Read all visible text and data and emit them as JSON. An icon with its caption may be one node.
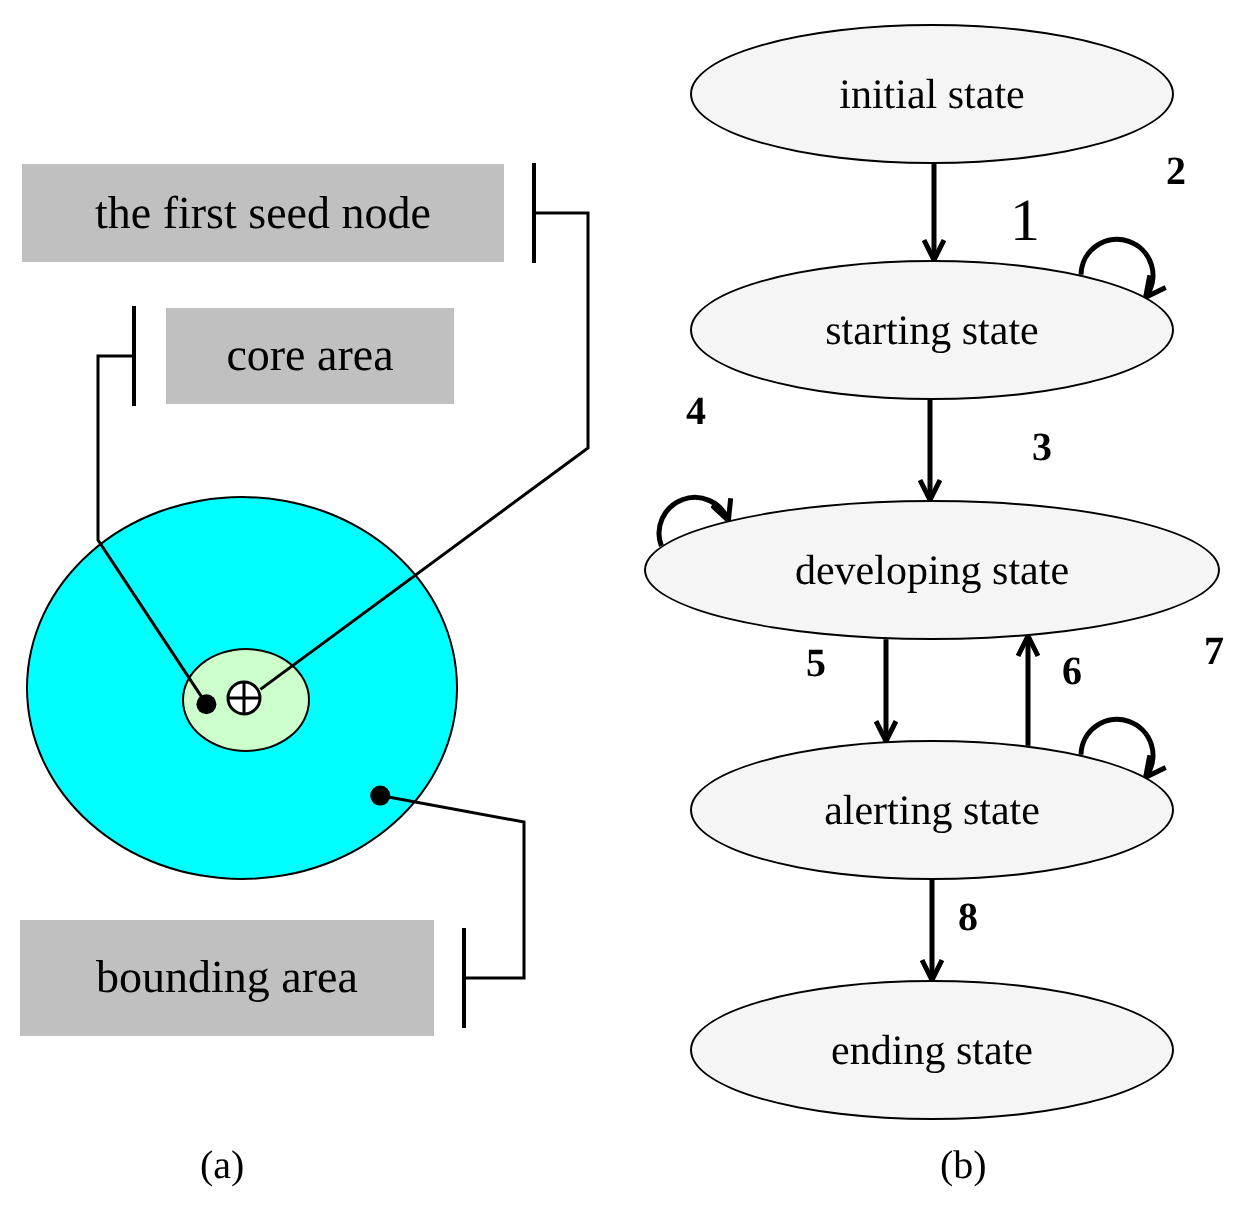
{
  "diagram": {
    "nodes": [
      {
        "text": [
          "the first seed node"
        ]
      },
      {
        "text": [
          "core area"
        ]
      },
      {
        "text": [
          "bounding area"
        ]
      },
      {
        "text": [],
        "shape": "ellipse"
      },
      {
        "text": [],
        "shape": "ellipse",
        "in": 3
      },
      {
        "text": [],
        "shape": "circle",
        "in": 4
      },
      {
        "text": [
          "initial state"
        ]
      },
      {
        "text": [
          "starting state"
        ]
      },
      {
        "text": [
          "developing state"
        ]
      },
      {
        "text": [
          "alerting state"
        ]
      },
      {
        "text": [
          "ending state"
        ]
      }
    ],
    "edges": [
      {
        "from": 0,
        "to": 5,
        "arrow": "other"
      },
      {
        "from": 1,
        "to": 4,
        "arrow": "other"
      },
      {
        "from": 2,
        "to": 3,
        "arrow": "other"
      },
      {
        "from": 6,
        "to": 7,
        "arrow": "to",
        "label": "1"
      },
      {
        "from": 7,
        "to": 7,
        "arrow": "to",
        "label": "2"
      },
      {
        "from": 7,
        "to": 8,
        "arrow": "to",
        "label": "3"
      },
      {
        "from": 8,
        "to": 8,
        "arrow": "to",
        "label": "4"
      },
      {
        "from": 8,
        "to": 9,
        "arrow": "to",
        "label": "5"
      },
      {
        "from": 9,
        "to": 8,
        "arrow": "to",
        "label": "6"
      },
      {
        "from": 9,
        "to": 9,
        "arrow": "to",
        "label": "7"
      },
      {
        "from": 9,
        "to": 10,
        "arrow": "to",
        "label": "8"
      }
    ],
    "labels": [
      "(a)",
      "(b)"
    ]
  }
}
